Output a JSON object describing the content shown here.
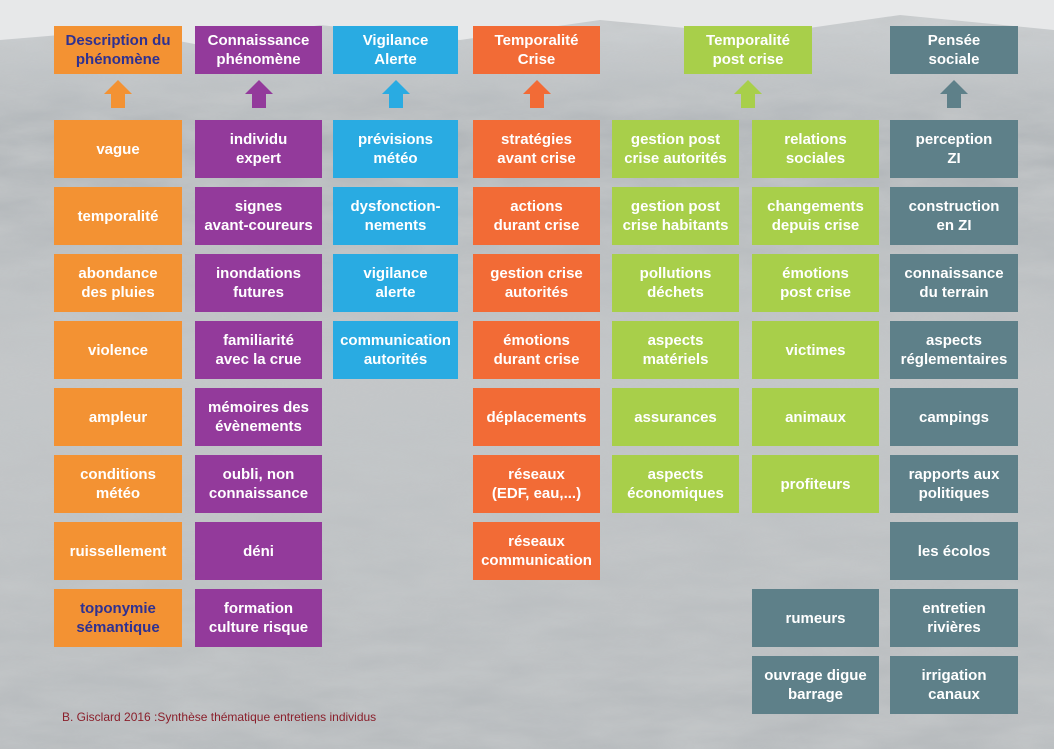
{
  "colors": {
    "orange": "#f39233",
    "purple": "#933a9b",
    "blue": "#29abe2",
    "red_orange": "#f26b36",
    "green": "#a8cf4a",
    "slate": "#5e8089",
    "caption": "#8a1f2b",
    "header_dark_text": "#2e3192"
  },
  "columns": [
    {
      "id": "description",
      "color": "orange",
      "header": "Description du\nphénomène",
      "items": [
        "vague",
        "temporalité",
        "abondance\ndes pluies",
        "violence",
        "ampleur",
        "conditions\nmétéo",
        "ruissellement",
        "toponymie\nsémantique"
      ]
    },
    {
      "id": "connaissance",
      "color": "purple",
      "header": "Connaissance\nphénomène",
      "items": [
        "individu\nexpert",
        "signes\navant-coureurs",
        "inondations\nfutures",
        "familiarité\navec la crue",
        "mémoires des\névènements",
        "oubli, non\nconnaissance",
        "déni",
        "formation\nculture risque"
      ]
    },
    {
      "id": "vigilance",
      "color": "blue",
      "header": "Vigilance\nAlerte",
      "items": [
        "prévisions\nmétéo",
        "dysfonction-\nnements",
        "vigilance\nalerte",
        "communication\nautorités"
      ]
    },
    {
      "id": "temporalite-crise",
      "color": "red_orange",
      "header": "Temporalité\nCrise",
      "items": [
        "stratégies\navant crise",
        "actions\ndurant crise",
        "gestion crise\nautorités",
        "émotions\ndurant crise",
        "déplacements",
        "réseaux\n(EDF, eau,...)",
        "réseaux\ncommunication"
      ]
    },
    {
      "id": "post-crise-a",
      "color": "green",
      "header": "Temporalité\npost crise",
      "items": [
        "gestion post\ncrise autorités",
        "gestion post\ncrise habitants",
        "pollutions\ndéchets",
        "aspects\nmatériels",
        "assurances",
        "aspects\néconomiques"
      ]
    },
    {
      "id": "post-crise-b",
      "color": "green",
      "header": "",
      "items": [
        "relations\nsociales",
        "changements\ndepuis crise",
        "émotions\npost crise",
        "victimes",
        "animaux",
        "profiteurs"
      ]
    },
    {
      "id": "pensee-sociale",
      "color": "slate",
      "header": "Pensée\nsociale",
      "items": [
        "perception\nZI",
        "construction\nen ZI",
        "connaissance\ndu terrain",
        "aspects\nréglementaires",
        "campings",
        "rapports aux\npolitiques",
        "les écolos",
        "entretien\nrivières",
        "irrigation\ncanaux"
      ]
    }
  ],
  "extra_items": {
    "color": "slate",
    "items": [
      "rumeurs",
      "ouvrage digue\nbarrage"
    ]
  },
  "caption": "B. Gisclard 2016 :Synthèse thématique entretiens individus"
}
